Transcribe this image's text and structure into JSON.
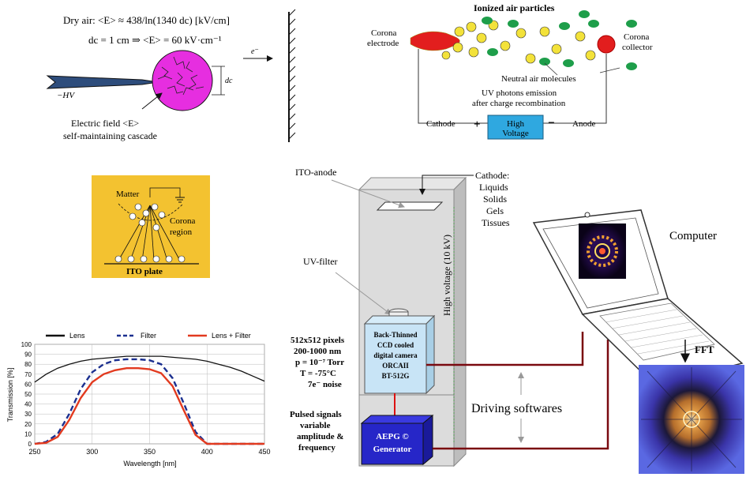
{
  "corona_cascade": {
    "formula_line1": "Dry air: <E> ≈ 438/ln(1340 dc)  [kV/cm]",
    "formula_line2": "dc = 1 cm  ⇒ <E> = 60 kV·cm⁻¹",
    "hv_label": "−HV",
    "dc_label": "dc",
    "electron_label": "e⁻",
    "caption_line1": "Electric field <E>",
    "caption_line2": "self-maintaining cascade"
  },
  "corona_discharge": {
    "title": "Ionized air particles",
    "electrode_line1": "Corona",
    "electrode_line2": "electrode",
    "collector_line1": "Corona",
    "collector_line2": "collector",
    "neutral_label": "Neutral air molecules",
    "uv_line1": "UV photons emission",
    "uv_line2": "after charge recombination",
    "cathode_label": "Cathode",
    "anode_label": "Anode",
    "plus_sign": "+",
    "minus_sign": "−",
    "hv_line1": "High",
    "hv_line2": "Voltage"
  },
  "ito_panel": {
    "matter_label": "Matter",
    "corona_line1": "Corona",
    "corona_line2": "region",
    "plate_label": "ITO plate"
  },
  "apparatus": {
    "ito_anode": "ITO-anode",
    "cathode_title": "Cathode:",
    "cathode_items": [
      "Liquids",
      "Solids",
      "Gels",
      "Tissues"
    ],
    "uv_filter": "UV-filter",
    "high_voltage": "High voltage (10 kV)",
    "specs": [
      "512x512 pixels",
      "200-1000 nm",
      "p = 10⁻⁷ Torr",
      "T = -75°C",
      "7e⁻ noise"
    ],
    "camera_lines": [
      "Back-Thinned",
      "CCD cooled",
      "digital camera",
      "ORCAII",
      "BT-512G"
    ],
    "pulse_lines": [
      "Pulsed signals",
      "variable",
      "amplitude &",
      "frequency"
    ],
    "generator_line1": "AEPG ©",
    "generator_line2": "Generator",
    "driving_softwares": "Driving softwares",
    "computer_label": "Computer",
    "fft_label": "FFT"
  },
  "chart_data": {
    "type": "line",
    "x": [
      250,
      260,
      270,
      280,
      290,
      300,
      310,
      320,
      330,
      340,
      350,
      360,
      370,
      380,
      390,
      400,
      410,
      420,
      430,
      440,
      450
    ],
    "series": [
      {
        "name": "Lens",
        "color": "#111111",
        "dashed": false,
        "values": [
          62,
          70,
          76,
          80,
          83,
          85,
          86,
          87,
          88,
          88,
          88,
          88,
          87,
          86,
          85,
          83,
          80,
          77,
          73,
          68,
          63
        ]
      },
      {
        "name": "Filter",
        "color": "#1b2f8f",
        "dashed": true,
        "values": [
          0,
          2,
          10,
          30,
          55,
          72,
          80,
          84,
          85,
          85,
          84,
          80,
          66,
          40,
          12,
          0,
          0,
          0,
          0,
          0,
          0
        ]
      },
      {
        "name": "Lens + Filter",
        "color": "#e23a1f",
        "dashed": false,
        "values": [
          0,
          1,
          7,
          24,
          46,
          62,
          70,
          74,
          76,
          76,
          75,
          71,
          58,
          33,
          9,
          0,
          0,
          0,
          0,
          0,
          0
        ]
      }
    ],
    "xlabel": "Wavelength [nm]",
    "ylabel": "Transmission [%]",
    "xlim": [
      250,
      450
    ],
    "ylim": [
      0,
      100
    ],
    "xticks": [
      250,
      300,
      350,
      400,
      450
    ],
    "yticks": [
      0,
      10,
      20,
      30,
      40,
      50,
      60,
      70,
      80,
      90,
      100
    ],
    "grid": true,
    "legend": "top"
  }
}
